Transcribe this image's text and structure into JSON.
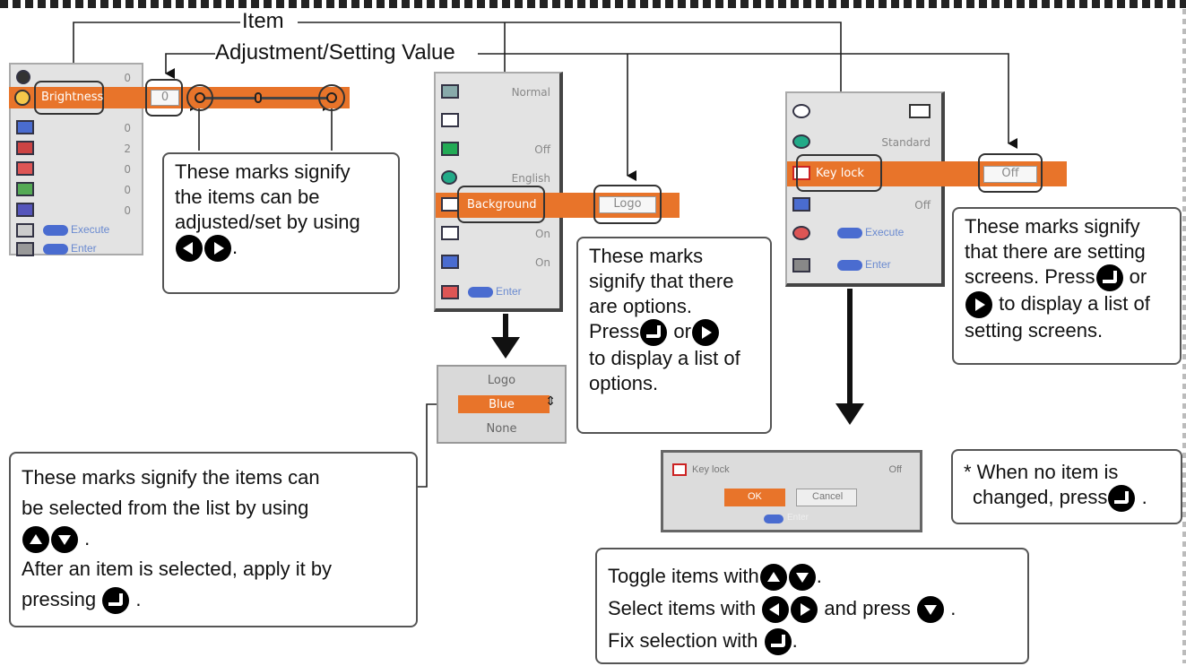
{
  "callouts": {
    "item": "Item",
    "adjustment": "Adjustment/Setting Value"
  },
  "menu1": {
    "highlight_label": "Brightness",
    "values": [
      "0",
      "0",
      "2",
      "0",
      "0",
      "0"
    ],
    "execute_label": "Execute",
    "enter_label": "Enter",
    "current_value": "0"
  },
  "menu2": {
    "values": [
      "Normal",
      "",
      "Off",
      "English"
    ],
    "highlight_label": "Background",
    "highlight_value": "Logo",
    "values_after": [
      "On",
      "On"
    ],
    "enter_label": "Enter"
  },
  "list2": {
    "items": [
      "Logo",
      "Blue",
      "None"
    ]
  },
  "menu3": {
    "values": [
      "",
      "Standard"
    ],
    "highlight_label": "Key lock",
    "highlight_value": "Off",
    "value_after": "Off",
    "execute_label": "Execute",
    "enter_label": "Enter"
  },
  "dialog3": {
    "title": "Key lock",
    "value": "Off",
    "ok": "OK",
    "cancel": "Cancel",
    "enter": "Enter"
  },
  "box_adjust": {
    "l1": "These marks signify",
    "l2": "the items can be",
    "l3": "adjusted/set by using",
    "l4_suffix": "."
  },
  "box_options": {
    "l1": "These marks",
    "l2": "signify that there",
    "l3": "are options.",
    "l4_a": "Press",
    "l4_b": "or",
    "l5": "to display a list of",
    "l6": "options."
  },
  "box_setting": {
    "l1": "These marks signify",
    "l2": "that there are setting",
    "l3_a": "screens. Press",
    "l3_b": "or",
    "l4": "to display a list of",
    "l5": "setting screens."
  },
  "box_select": {
    "l1": "These marks signify the items can",
    "l2": "be selected from the list by using",
    "l3_suffix": ".",
    "l4": "After an item is selected, apply it by",
    "l5_a": "pressing",
    "l5_b": "."
  },
  "box_noitem": {
    "l1": "* When no item is",
    "l2_a": "changed, press",
    "l2_b": "."
  },
  "box_toggle": {
    "l1_a": "Toggle items with",
    "l1_b": ".",
    "l2_a": "Select items with",
    "l2_b": "and press",
    "l2_c": ".",
    "l3_a": "Fix selection with",
    "l3_b": "."
  }
}
